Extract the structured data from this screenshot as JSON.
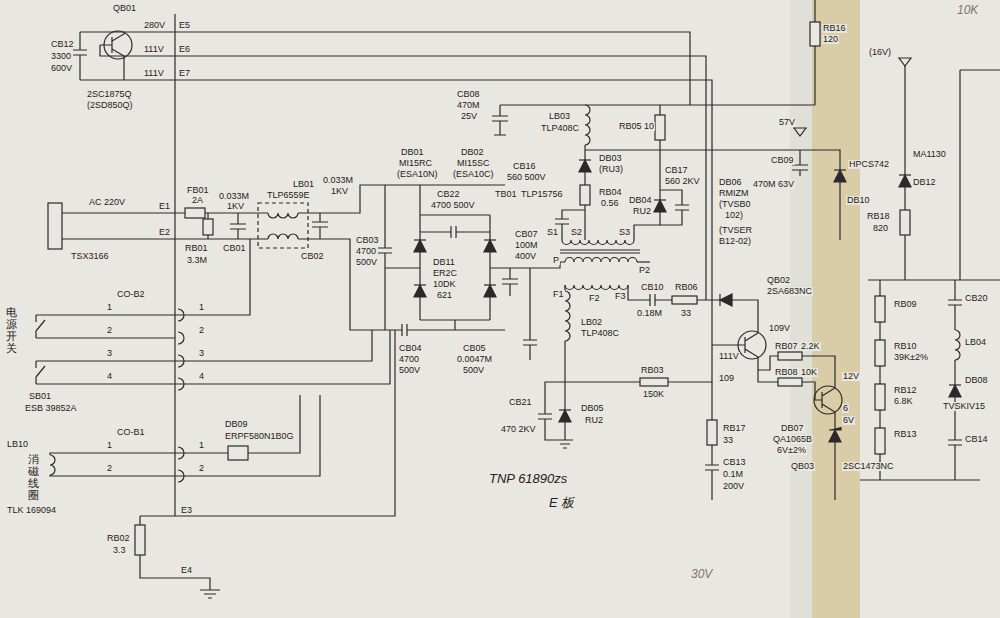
{
  "diagram": {
    "labels": [
      "QB01",
      "280V",
      "E5",
      "111V",
      "E6",
      "111V",
      "E7",
      "CB12",
      "3300",
      "600V",
      "2SC1875Q",
      "(2SD850Q)",
      "FB01",
      "2A",
      "AC 220V",
      "E1",
      "E2",
      "RB01",
      "3.3M",
      "0.033M",
      "1KV",
      "CB01",
      "LB01",
      "TLP6559E",
      "0.033M",
      "1KV",
      "CB02",
      "TSX3166",
      "CO-B2",
      "1",
      "2",
      "3",
      "4",
      "1",
      "2",
      "3",
      "4",
      "电源开关",
      "SB01",
      "ESB 39852A",
      "CO-B1",
      "1",
      "2",
      "1",
      "2",
      "DB09",
      "ERPF580N1B0G",
      "LB10",
      "消磁线圈",
      "TLK 169094",
      "E3",
      "E4",
      "RB02",
      "3.3",
      "DB01",
      "MI15RC",
      "(ESA10N)",
      "DB02",
      "MI15SC",
      "(ESA10C)",
      "CB22",
      "4700 500V",
      "TB01",
      "TLP15756",
      "CB03",
      "4700",
      "500V",
      "DB11",
      "ER2C",
      "10DK",
      "621",
      "CB04",
      "4700",
      "500V",
      "CB05",
      "0.0047M",
      "500V",
      "CB07",
      "100M",
      "400V",
      "CB08",
      "470M",
      "25V",
      "CB16",
      "560 500V",
      "LB03",
      "TLP408C",
      "DB03",
      "(RU3)",
      "RB04",
      "0.56",
      "RB05 10",
      "CB17",
      "560 2KV",
      "DB04",
      "RU2",
      "S1",
      "S2",
      "S3",
      "P",
      "P2",
      "F1",
      "F2",
      "F3",
      "CB10",
      "RB06",
      "0.18M",
      "33",
      "LB02",
      "TLP408C",
      "CB21",
      "470 2KV",
      "DB05",
      "RU2",
      "RB03",
      "150K",
      "TNP 61890zs",
      "E 板",
      "DB06",
      "RMIZM",
      "(TVSB0",
      "102)",
      "(TVSER",
      "B12-02)",
      "QB02",
      "2SA683NC",
      "111V",
      "109V",
      "RB07",
      "2.2K",
      "RB08",
      "10K",
      "109",
      "12V",
      "6",
      "6V",
      "RB17",
      "33",
      "CB13",
      "0.1M",
      "200V",
      "DB07",
      "QA1065B",
      "6V±2%",
      "QB03",
      "2SC1473NC",
      "30V",
      "RB16",
      "120",
      "(16V)",
      "57V",
      "CB09",
      "470M 63V",
      "DB10",
      "HPCS742",
      "DB12",
      "MA1130",
      "RB18",
      "820",
      "RB09",
      "RB10",
      "39K±2%",
      "RB12",
      "6.8K",
      "CB20",
      "RB13",
      "CB14",
      "LB04",
      "TVSKIV15",
      "DB08",
      "10K"
    ]
  }
}
